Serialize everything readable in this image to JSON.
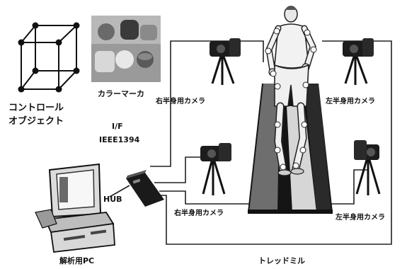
{
  "labels": {
    "control_object_line1": "コントロール",
    "control_object_line2": "オブジェクト",
    "color_marker": "カラーマーカ",
    "interface_line1": "I/F",
    "interface_line2": "IEEE1394",
    "hub": "HUB",
    "analysis_pc": "解析用PC",
    "treadmill": "トレッドミル",
    "camera_right_upper": "右半身用カメラ",
    "camera_left_upper": "左半身用カメラ",
    "camera_right_lower": "右半身用カメラ",
    "camera_left_lower": "左半身用カメラ"
  },
  "colors": {
    "ink": "#111111",
    "wire": "#222222",
    "belt_dark": "#151515",
    "belt_gray": "#6e6e6e",
    "belt_light": "#d6d6d6",
    "marker": "#ffffff",
    "photo_bg": "#9a9a9a"
  },
  "icons": [
    "cube-wireframe-icon",
    "color-marker-photo",
    "camera-icon",
    "computer-icon",
    "hub-icon",
    "treadmill-icon",
    "walking-person-icon"
  ]
}
